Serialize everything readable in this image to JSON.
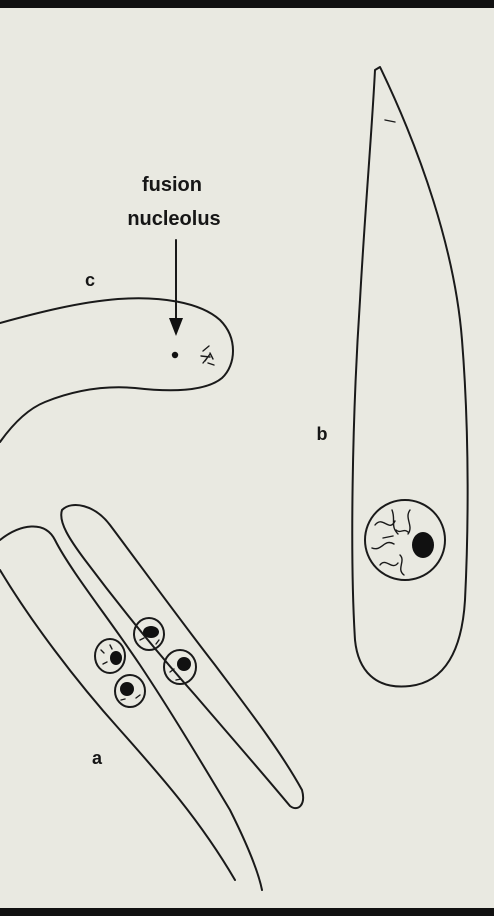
{
  "figure": {
    "callout": {
      "line1": "fusion",
      "line2": "nucleolus"
    },
    "labels": {
      "a": "a",
      "b": "b",
      "c": "c"
    },
    "colors": {
      "background": "#e9e9e1",
      "ink": "#161616",
      "border": "#111111"
    }
  }
}
